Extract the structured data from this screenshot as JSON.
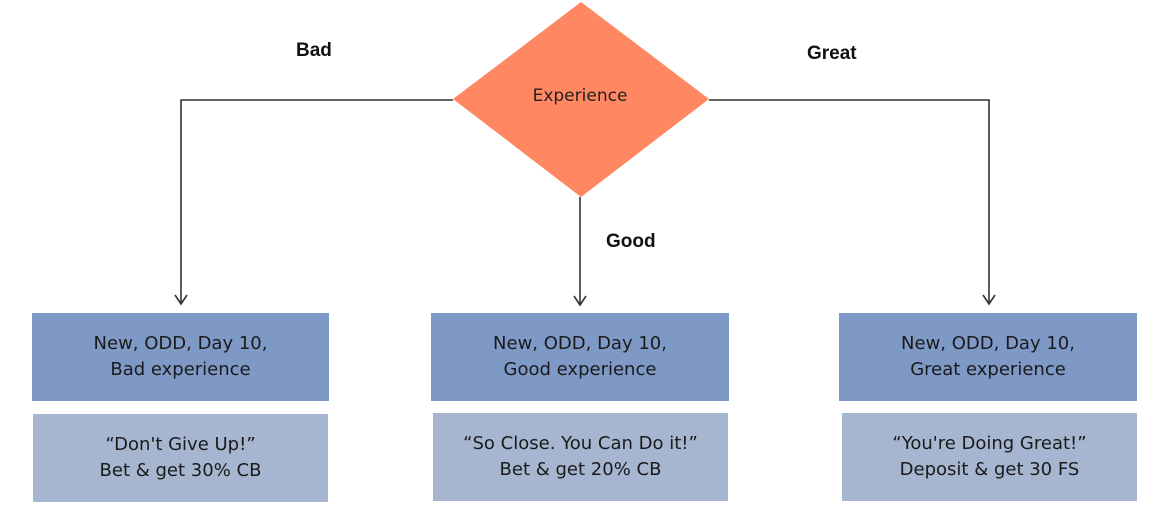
{
  "decision": {
    "label": "Experience",
    "color": "#ff8761"
  },
  "branches": {
    "bad": "Bad",
    "good": "Good",
    "great": "Great"
  },
  "segments": [
    {
      "line1": "New, ODD, Day 10,",
      "line2": "Bad experience"
    },
    {
      "line1": "New, ODD, Day 10,",
      "line2": "Good experience"
    },
    {
      "line1": "New, ODD, Day 10,",
      "line2": "Great experience"
    }
  ],
  "messages": [
    {
      "line1": "“Don't Give Up!”",
      "line2": "Bet & get 30% CB"
    },
    {
      "line1": "“So Close. You Can Do it!”",
      "line2": "Bet & get 20% CB"
    },
    {
      "line1": "“You're Doing Great!”",
      "line2": "Deposit & get 30 FS"
    }
  ],
  "colors": {
    "segment_box": "#7f99c7",
    "message_box": "#a6b6d0",
    "connector": "#333333"
  }
}
